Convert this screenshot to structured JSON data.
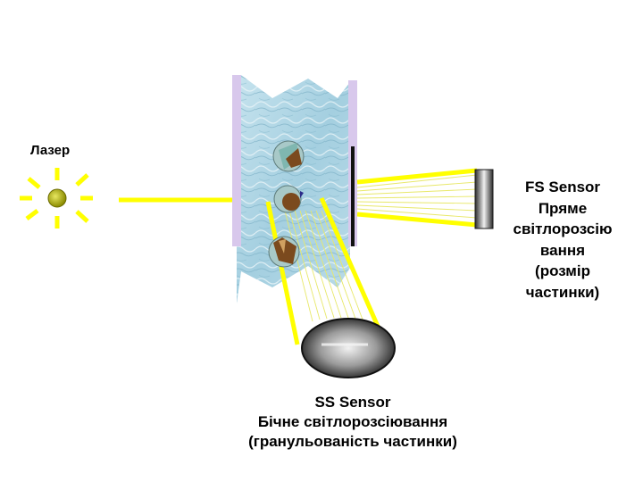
{
  "laser": {
    "label": "Лазер"
  },
  "fs_sensor": {
    "lines": [
      "FS Sensor",
      "Пряме",
      "світлорозсію",
      "вання",
      "(розмір",
      "частинки)"
    ]
  },
  "ss_sensor": {
    "lines": [
      "SS Sensor",
      "Бічне світлорозсіювання",
      "(гранульованість частинки)"
    ]
  },
  "colors": {
    "beam": "#ffff00",
    "flow_cell_water": "#a9d3e2",
    "flow_cell_wall": "#d8c8ec",
    "particle_brown": "#7b4a1e",
    "laser_core": "#b5b500"
  },
  "icons": [
    "laser-source-icon",
    "fs-detector-icon",
    "ss-detector-icon",
    "particle-icon"
  ]
}
